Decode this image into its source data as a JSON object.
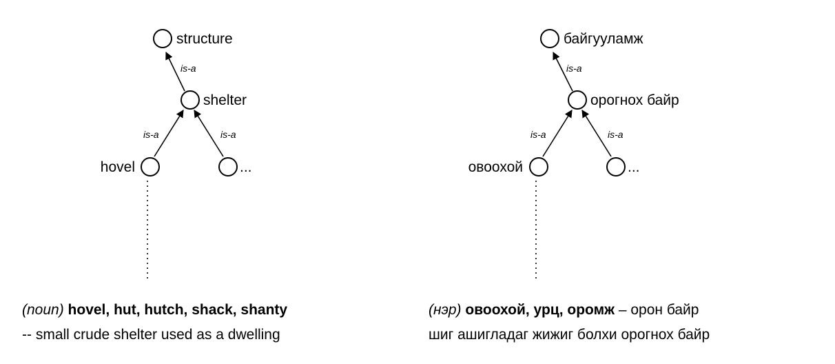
{
  "english": {
    "nodes": {
      "top": "structure",
      "middle": "shelter",
      "left": "hovel",
      "right": "..."
    },
    "edges": {
      "top": "is-a",
      "left": "is-a",
      "right": "is-a"
    },
    "gloss": {
      "pos": "(noun)",
      "lemmas": "hovel, hut, hutch, shack, shanty",
      "definition": "-- small crude shelter used as a dwelling"
    }
  },
  "mongolian": {
    "nodes": {
      "top": "байгууламж",
      "middle": "орогнох байр",
      "left": "овоохой",
      "right": "..."
    },
    "edges": {
      "top": "is-a",
      "left": "is-a",
      "right": "is-a"
    },
    "gloss": {
      "pos": "(нэр)",
      "lemmas": "овоохой, урц, оромж",
      "definition_rest": " – орон байр",
      "definition_line2": "шиг ашигладаг жижиг болхи орогнох байр"
    }
  }
}
